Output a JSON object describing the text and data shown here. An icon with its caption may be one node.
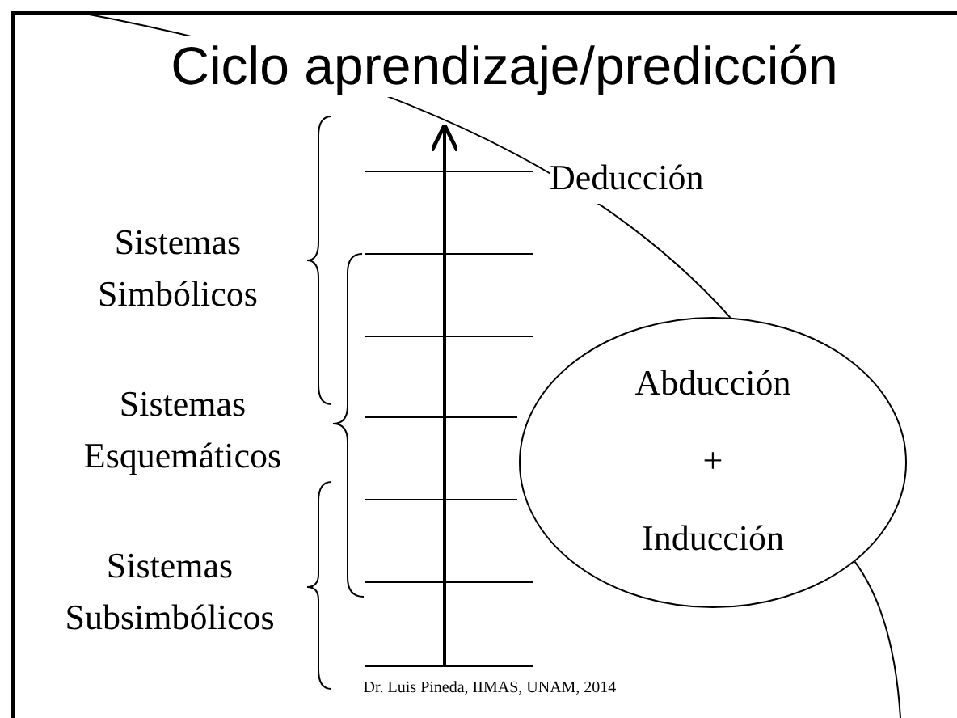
{
  "diagram": {
    "title": "Ciclo aprendizaje/predicción",
    "nodes": [
      {
        "text": [
          "Abducción",
          "+",
          "Inducción"
        ]
      }
    ],
    "labels": [
      "Deducción",
      "Sistemas Simbólicos",
      "Sistemas Esquemáticos",
      "Sistemas Subsimbólicos",
      "Dr. Luis Pineda, IIMAS, UNAM, 2014"
    ]
  }
}
